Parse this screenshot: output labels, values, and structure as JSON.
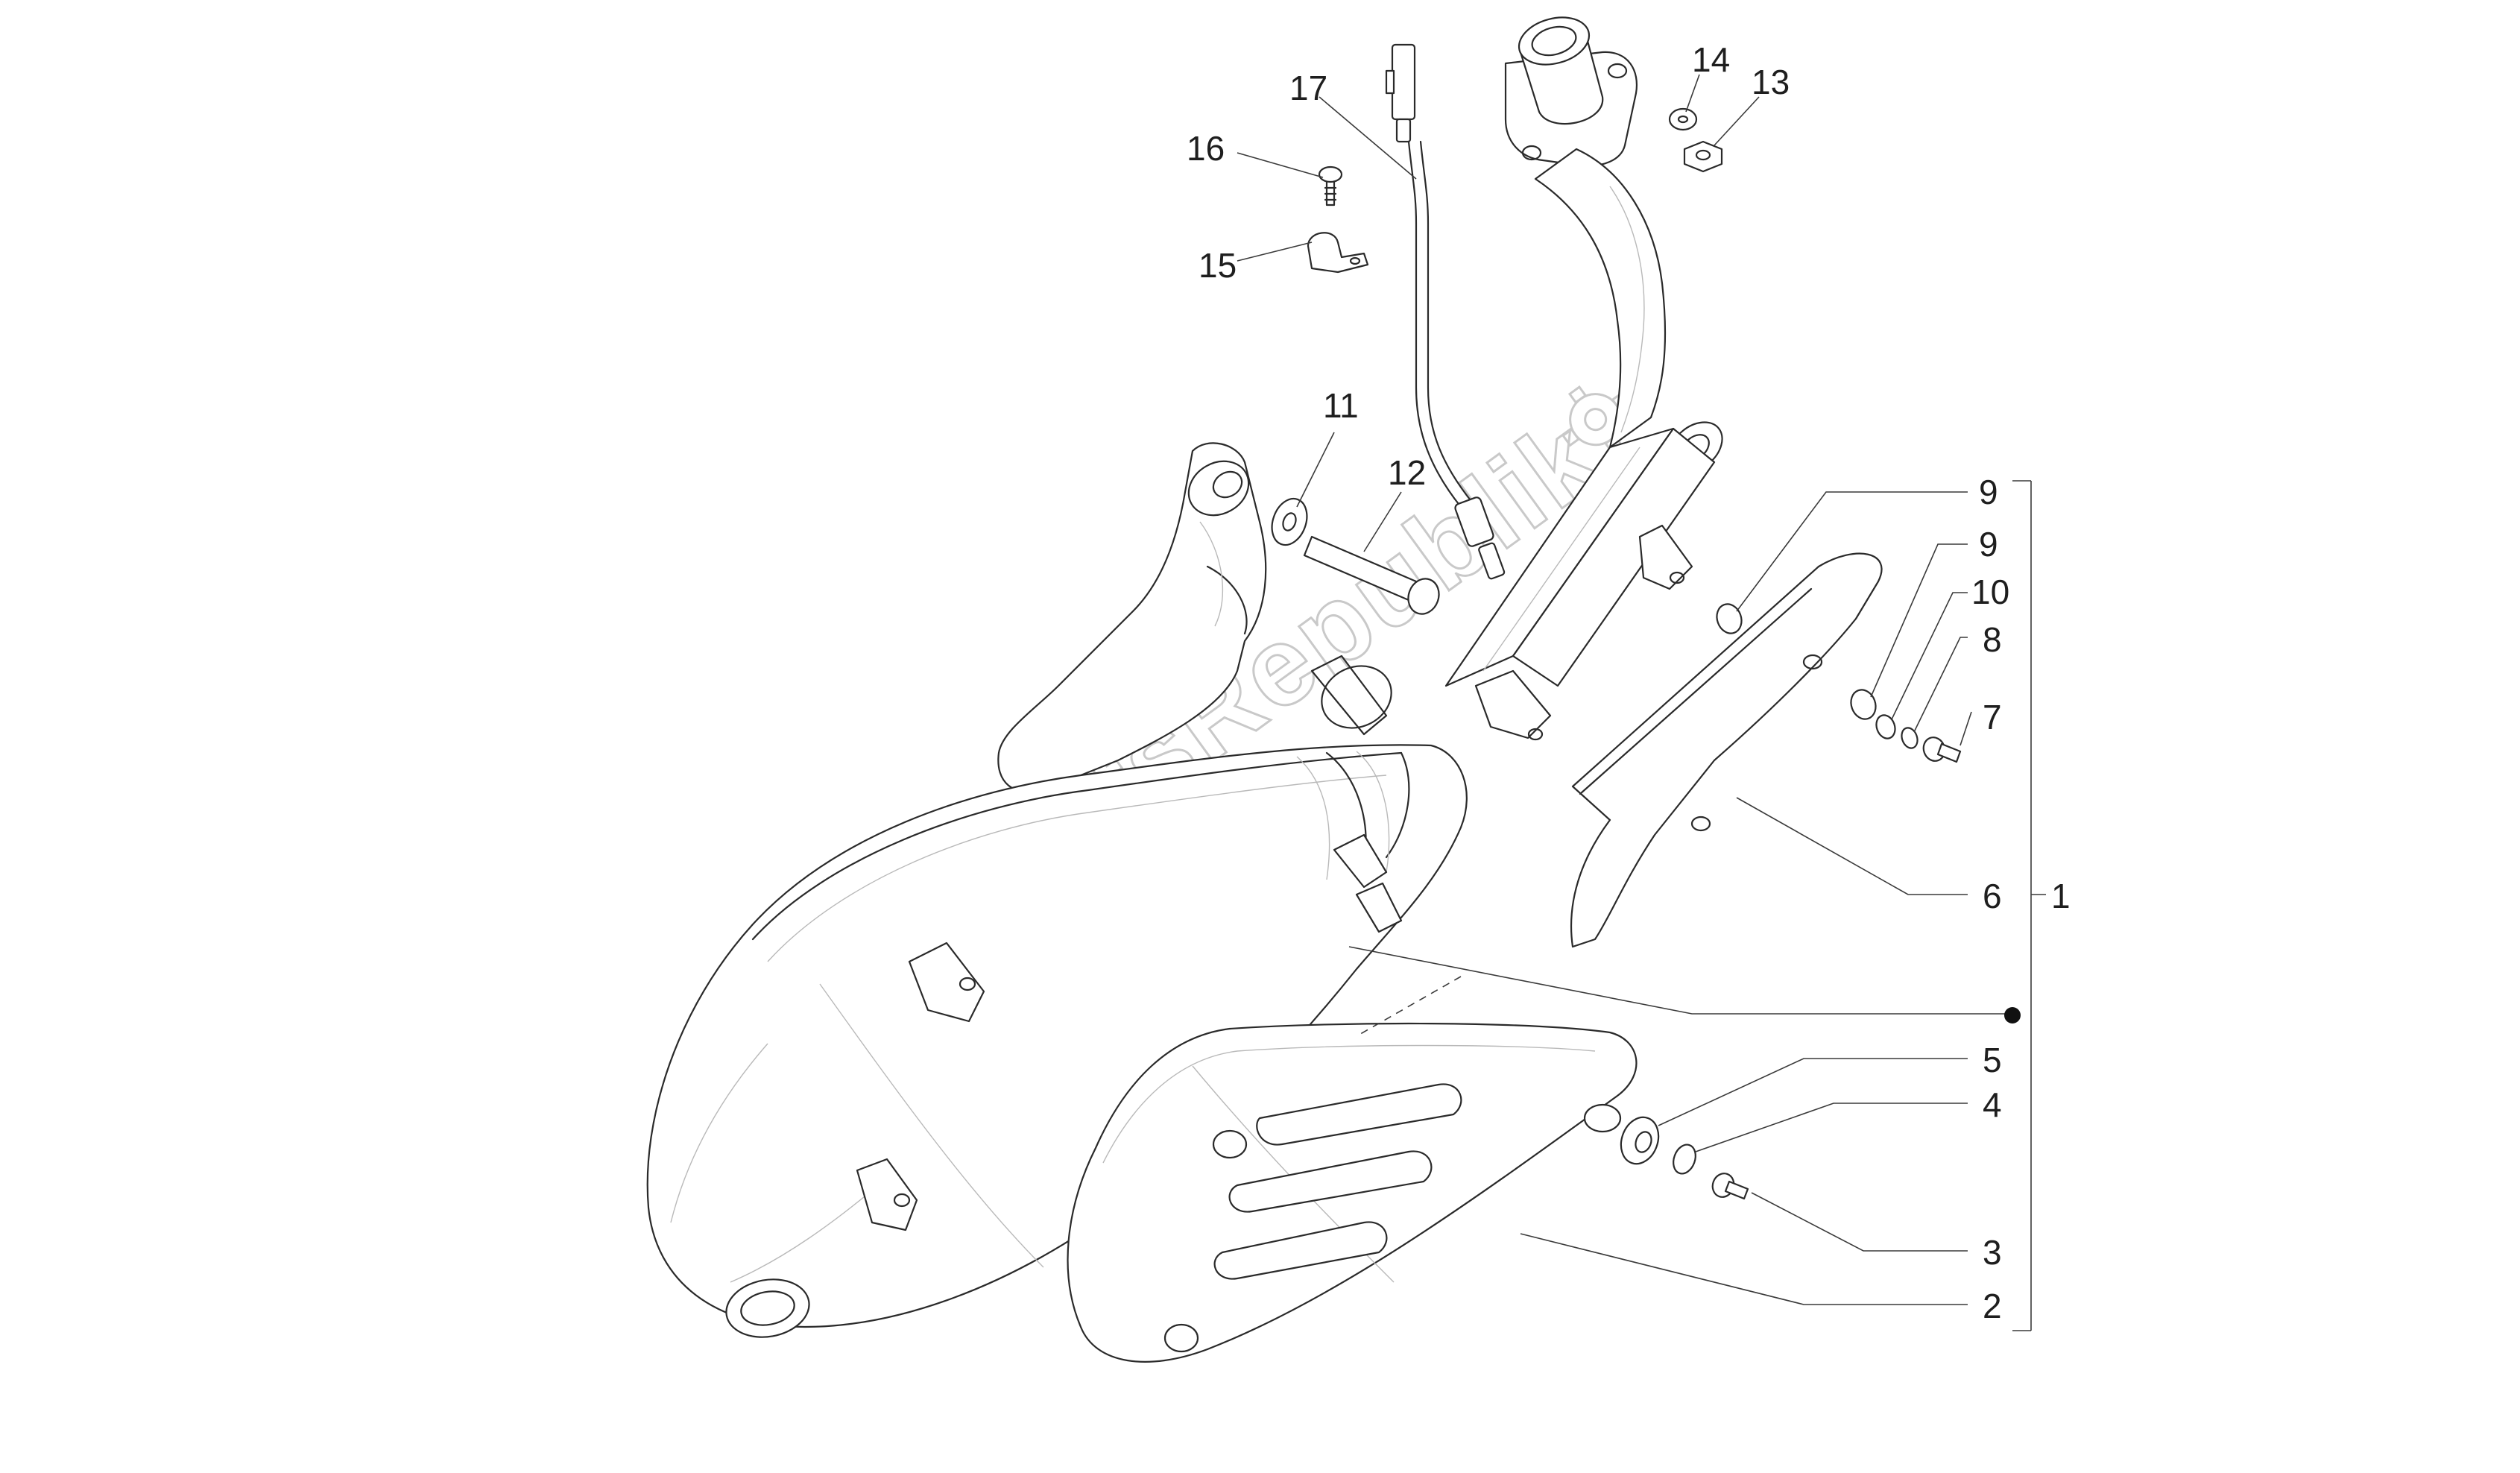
{
  "watermark": {
    "text": "PartsRepublik"
  },
  "callouts": {
    "c1": "1",
    "c2": "2",
    "c3": "3",
    "c4": "4",
    "c5": "5",
    "c6": "6",
    "c7": "7",
    "c8": "8",
    "c9a": "9",
    "c9b": "9",
    "c10": "10",
    "c11": "11",
    "c12": "12",
    "c13": "13",
    "c14": "14",
    "c15": "15",
    "c16": "16",
    "c17": "17"
  },
  "icons": {
    "reference_dot": "filled-circle",
    "watermark_gear": "gear-icon"
  }
}
